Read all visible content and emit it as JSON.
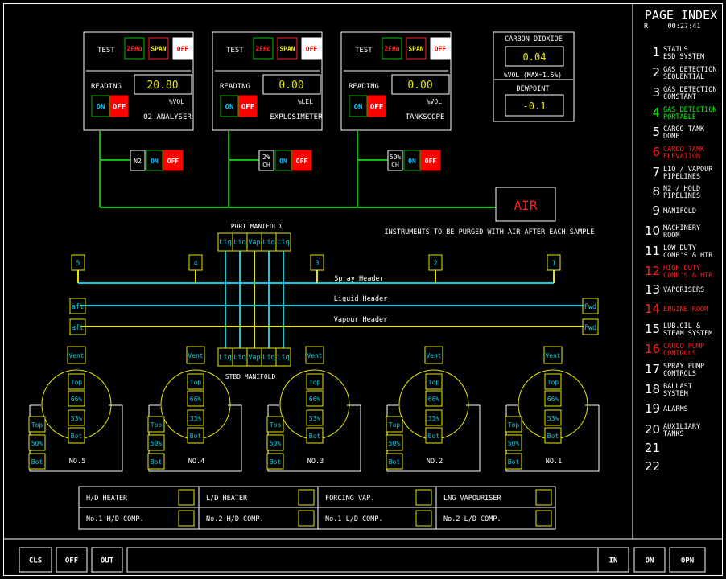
{
  "analysers": [
    {
      "test_label": "TEST",
      "zero": "ZERO",
      "span": "SPAN",
      "off": "OFF",
      "reading_label": "READING",
      "value": "20.80",
      "unit": "%VOL",
      "on": "ON",
      "off2": "OFF",
      "name": "O2 ANALYSER"
    },
    {
      "test_label": "TEST",
      "zero": "ZERO",
      "span": "SPAN",
      "off": "OFF",
      "reading_label": "READING",
      "value": "0.00",
      "unit": "%LEL",
      "on": "ON",
      "off2": "OFF",
      "name": "EXPLOSIMETER"
    },
    {
      "test_label": "TEST",
      "zero": "ZERO",
      "span": "SPAN",
      "off": "OFF",
      "reading_label": "READING",
      "value": "0.00",
      "unit": "%VOL",
      "on": "ON",
      "off2": "OFF",
      "name": "TANKSCOPE"
    }
  ],
  "co2": {
    "title": "CARBON DIOXIDE",
    "value": "0.04",
    "limit": "%VOL (MAX=1.5%)",
    "dew_title": "DEWPOINT",
    "dew_value": "-0.1"
  },
  "purge": [
    {
      "gas_line1": "N2",
      "gas_line2": "",
      "on": "ON",
      "off": "OFF"
    },
    {
      "gas_line1": "2%",
      "gas_line2": "CH",
      "on": "ON",
      "off": "OFF"
    },
    {
      "gas_line1": "50%",
      "gas_line2": "CH",
      "on": "ON",
      "off": "OFF"
    }
  ],
  "air_label": "AIR",
  "purge_note": "INSTRUMENTS TO BE PURGED WITH AIR AFTER EACH SAMPLE",
  "manifold": {
    "port_title": "PORT MANIFOLD",
    "stbd_title": "STBD MANIFOLD",
    "port_labels": [
      "Liq",
      "Liq",
      "Vap",
      "Liq",
      "Liq"
    ],
    "stbd_labels": [
      "Liq",
      "Liq",
      "Vap",
      "Liq",
      "Liq"
    ],
    "spray": "Spray Header",
    "liquid": "Liquid Header",
    "vapour": "Vapour Header",
    "aft": "aft",
    "fwd": "Fwd",
    "spray_nums": [
      "5",
      "4",
      "3",
      "2",
      "1"
    ]
  },
  "tanks": [
    {
      "name": "NO.5",
      "vent": "Vent",
      "top": "Top",
      "p66": "66%",
      "p33": "33%",
      "bot": "Bot",
      "s_top": "Top",
      "s_50": "50%",
      "s_bot": "Bot"
    },
    {
      "name": "NO.4",
      "vent": "Vent",
      "top": "Top",
      "p66": "66%",
      "p33": "33%",
      "bot": "Bot",
      "s_top": "Top",
      "s_50": "50%",
      "s_bot": "Bot"
    },
    {
      "name": "NO.3",
      "vent": "Vent",
      "top": "Top",
      "p66": "66%",
      "p33": "33%",
      "bot": "Bot",
      "s_top": "Top",
      "s_50": "50%",
      "s_bot": "Bot"
    },
    {
      "name": "NO.2",
      "vent": "Vent",
      "top": "Top",
      "p66": "66%",
      "p33": "33%",
      "bot": "Bot",
      "s_top": "Top",
      "s_50": "50%",
      "s_bot": "Bot"
    },
    {
      "name": "NO.1",
      "vent": "Vent",
      "top": "Top",
      "p66": "66%",
      "p33": "33%",
      "bot": "Bot",
      "s_top": "Top",
      "s_50": "50%",
      "s_bot": "Bot"
    }
  ],
  "heaters": {
    "row1": [
      "H/D HEATER",
      "L/D HEATER",
      "FORCING VAP.",
      "LNG VAPOURISER"
    ],
    "row2": [
      "No.1 H/D COMP.",
      "No.2 H/D COMP.",
      "No.1 L/D COMP.",
      "No.2 L/D COMP."
    ]
  },
  "bottom_buttons": {
    "cls": "CLS",
    "off": "OFF",
    "out": "OUT",
    "in": "IN",
    "on": "ON",
    "opn": "OPN"
  },
  "page_index": {
    "title": "PAGE INDEX",
    "status_mode": "R",
    "time": "00:27:41",
    "items": [
      {
        "n": "1",
        "label": "STATUS\nESD SYSTEM",
        "color": "#ffffff"
      },
      {
        "n": "2",
        "label": "GAS DETECTION\nSEQUENTIAL",
        "color": "#ffffff"
      },
      {
        "n": "3",
        "label": "GAS DETECTION\nCONSTANT",
        "color": "#ffffff"
      },
      {
        "n": "4",
        "label": "GAS DETECTION\nPORTABLE",
        "color": "#00ff00"
      },
      {
        "n": "5",
        "label": "CARGO TANK\nDOME",
        "color": "#ffffff"
      },
      {
        "n": "6",
        "label": "CARGO TANK\nELEVATION",
        "color": "#ff2020"
      },
      {
        "n": "7",
        "label": "LIQ / VAPOUR\nPIPELINES",
        "color": "#ffffff"
      },
      {
        "n": "8",
        "label": "N2 / HOLD\nPIPELINES",
        "color": "#ffffff"
      },
      {
        "n": "9",
        "label": "MANIFOLD",
        "color": "#ffffff"
      },
      {
        "n": "10",
        "label": "MACHINERY\nROOM",
        "color": "#ffffff"
      },
      {
        "n": "11",
        "label": "LOW DUTY\nCOMP'S & HTR",
        "color": "#ffffff"
      },
      {
        "n": "12",
        "label": "HIGH DUTY\nCOMP'S & HTR",
        "color": "#ff2020"
      },
      {
        "n": "13",
        "label": "VAPORISERS",
        "color": "#ffffff"
      },
      {
        "n": "14",
        "label": "ENGINE ROOM",
        "color": "#ff2020"
      },
      {
        "n": "15",
        "label": "LUB.OIL &\nSTEAM SYSTEM",
        "color": "#ffffff"
      },
      {
        "n": "16",
        "label": "CARGO PUMP\nCONTROLS",
        "color": "#ff2020"
      },
      {
        "n": "17",
        "label": "SPRAY PUMP\nCONTROLS",
        "color": "#ffffff"
      },
      {
        "n": "18",
        "label": "BALLAST\nSYSTEM",
        "color": "#ffffff"
      },
      {
        "n": "19",
        "label": "ALARMS",
        "color": "#ffffff"
      },
      {
        "n": "20",
        "label": "AUXILIARY\nTANKS",
        "color": "#ffffff"
      },
      {
        "n": "21",
        "label": "",
        "color": "#ffffff"
      },
      {
        "n": "22",
        "label": "",
        "color": "#ffffff"
      }
    ]
  },
  "colors": {
    "green": "#00c000",
    "red": "#e00000",
    "yellow": "#e8e800",
    "cyan": "#00d0e0",
    "white": "#ffffff",
    "box_red_text": "#ff2020",
    "air_text": "#ff2020"
  }
}
